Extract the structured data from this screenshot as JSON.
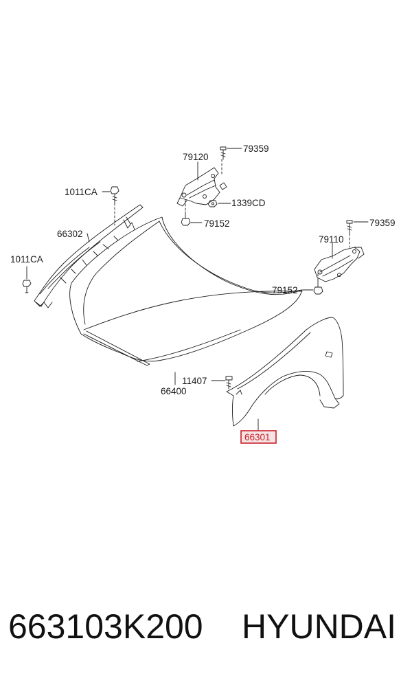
{
  "labels": {
    "nut_1011ca_top": "1011CA",
    "seal_66302": "66302",
    "nut_1011ca_left": "1011CA",
    "hinge_79120": "79120",
    "bolt_79359_top": "79359",
    "nut_1339cd": "1339CD",
    "bolt_79152_top": "79152",
    "bolt_79359_right": "79359",
    "hinge_79110": "79110",
    "bolt_79152_right": "79152",
    "bolt_11407": "11407",
    "hood_66400": "66400",
    "fender_66301": "66301"
  },
  "footer": {
    "part_number": "663103K200",
    "brand": "HYUNDAI"
  },
  "colors": {
    "line": "#1a1a1a",
    "highlight": "#cc1f2a",
    "highlight_fill": "#f4e4e4"
  }
}
